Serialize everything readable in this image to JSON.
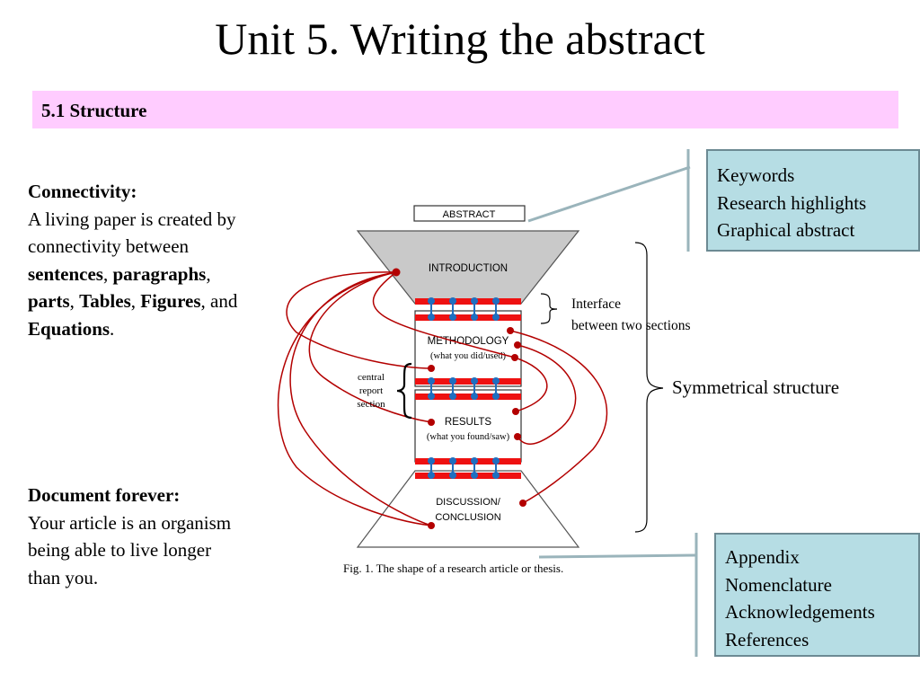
{
  "slide": {
    "title": "Unit 5. Writing the abstract",
    "section": "5.1 Structure"
  },
  "connectivity": {
    "heading": "Connectivity:",
    "line1": "A living paper is created by",
    "line2": "connectivity between",
    "terms": [
      "sentences",
      "paragraphs",
      "parts",
      "Tables",
      "Figures",
      "Equations"
    ],
    "and_word": "and"
  },
  "document_forever": {
    "heading": "Document forever:",
    "lines": [
      "Your article is an organism",
      "being able to live longer",
      "than you."
    ]
  },
  "top_box": {
    "items": [
      "Keywords",
      "Research highlights",
      "Graphical abstract"
    ]
  },
  "bottom_box": {
    "items": [
      "Appendix",
      "Nomenclature",
      "Acknowledgements",
      "References"
    ]
  },
  "figure": {
    "abstract": "ABSTRACT",
    "introduction": "INTRODUCTION",
    "methodology": "METHODOLOGY",
    "methodology_sub": "(what you did/used)",
    "results": "RESULTS",
    "results_sub": "(what you found/saw)",
    "discussion_line1": "DISCUSSION/",
    "discussion_line2": "CONCLUSION",
    "central_line1": "central",
    "central_line2": "report",
    "central_line3": "section",
    "caption": "Fig. 1. The shape of a research article or thesis."
  },
  "annotations": {
    "interface_line1": "Interface",
    "interface_line2": "between two sections",
    "symmetrical": "Symmetrical structure"
  },
  "colors": {
    "section_bar": "#ffccff",
    "box_fill": "#b6dde4",
    "link_red": "#b30000",
    "connector_blue": "#1f6fc0",
    "band_red": "#ee1111"
  }
}
